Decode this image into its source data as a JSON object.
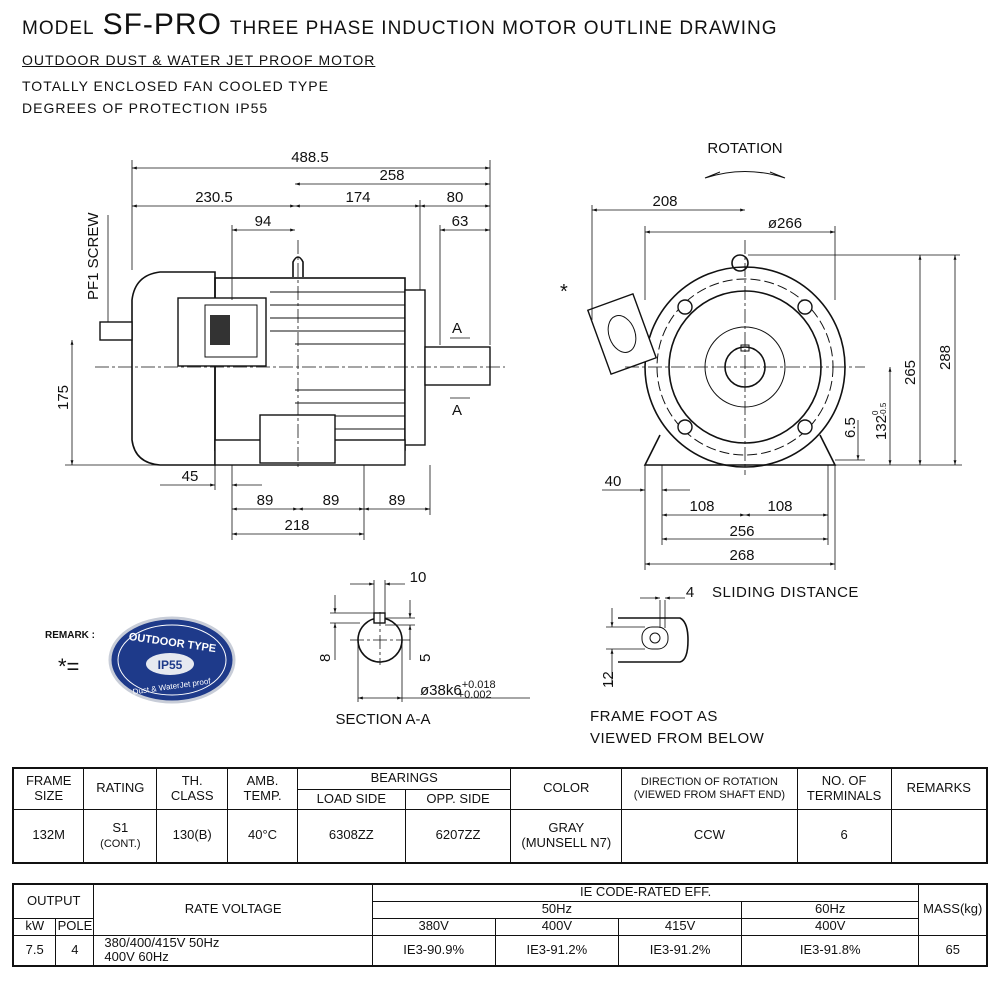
{
  "header": {
    "model_label": "MODEL",
    "model_name": "SF-PRO",
    "title": "THREE PHASE INDUCTION MOTOR OUTLINE DRAWING",
    "line1": "OUTDOOR DUST & WATER JET PROOF MOTOR",
    "line2": "TOTALLY ENCLOSED FAN COOLED TYPE",
    "line3": "DEGREES OF PROTECTION IP55"
  },
  "side_view": {
    "overall_length": "488.5",
    "d258": "258",
    "d230_5": "230.5",
    "d174": "174",
    "d80": "80",
    "d94": "94",
    "d63": "63",
    "pf1_screw": "PF1 SCREW",
    "shaft_height": "175",
    "section_mark": "A",
    "d45": "45",
    "d89": "89",
    "d218": "218"
  },
  "front_view": {
    "rotation": "ROTATION",
    "d208": "208",
    "dia266": "ø266",
    "star": "*",
    "d265": "265",
    "d288": "288",
    "d132": "132",
    "d132_tol_upper": "0",
    "d132_tol_lower": "-0.5",
    "d6_5": "6.5",
    "d40": "40",
    "d108": "108",
    "d256": "256",
    "d268": "268"
  },
  "section": {
    "key_width": "10",
    "d8": "8",
    "d5": "5",
    "shaft_dia": "ø38k6",
    "tol_upper": "+0.018",
    "tol_lower": "+0.002",
    "title": "SECTION A-A"
  },
  "foot": {
    "d4": "4",
    "sliding": "SLIDING DISTANCE",
    "d12": "12",
    "caption1": "FRAME FOOT AS",
    "caption2": "VIEWED FROM BELOW"
  },
  "remark": {
    "label": "REMARK :",
    "symbol": "*=",
    "badge_top": "OUTDOOR TYPE",
    "badge_mid": "IP55",
    "badge_bottom": "Dust & WaterJet proof",
    "badge_color": "#1e3a8a"
  },
  "spec_table": {
    "headers": {
      "frame_size": [
        "FRAME",
        "SIZE"
      ],
      "rating": "RATING",
      "th_class": [
        "TH.",
        "CLASS"
      ],
      "amb_temp": [
        "AMB.",
        "TEMP."
      ],
      "bearings": "BEARINGS",
      "load_side": "LOAD SIDE",
      "opp_side": "OPP. SIDE",
      "color": "COLOR",
      "direction": [
        "DIRECTION OF ROTATION",
        "(VIEWED FROM SHAFT END)"
      ],
      "terminals": [
        "NO. OF",
        "TERMINALS"
      ],
      "remarks": "REMARKS"
    },
    "row": {
      "frame_size": "132M",
      "rating": [
        "S1",
        "(CONT.)"
      ],
      "th_class": "130(B)",
      "amb_temp": "40°C",
      "load_side": "6308ZZ",
      "opp_side": "6207ZZ",
      "color": [
        "GRAY",
        "(MUNSELL N7)"
      ],
      "direction": "CCW",
      "terminals": "6",
      "remarks": ""
    }
  },
  "perf_table": {
    "headers": {
      "output": "OUTPUT",
      "kw": "kW",
      "pole": "POLE",
      "rate_voltage": "RATE VOLTAGE",
      "ie_code": "IE CODE-RATED EFF.",
      "hz50": "50Hz",
      "hz60": "60Hz",
      "v380": "380V",
      "v400": "400V",
      "v415": "415V",
      "v400_60": "400V",
      "mass": "MASS(kg)"
    },
    "row": {
      "kw": "7.5",
      "pole": "4",
      "voltage": [
        "380/400/415V 50Hz",
        "400V 60Hz"
      ],
      "eff_380": "IE3-90.9%",
      "eff_400": "IE3-91.2%",
      "eff_415": "IE3-91.2%",
      "eff_400_60": "IE3-91.8%",
      "mass": "65"
    }
  }
}
